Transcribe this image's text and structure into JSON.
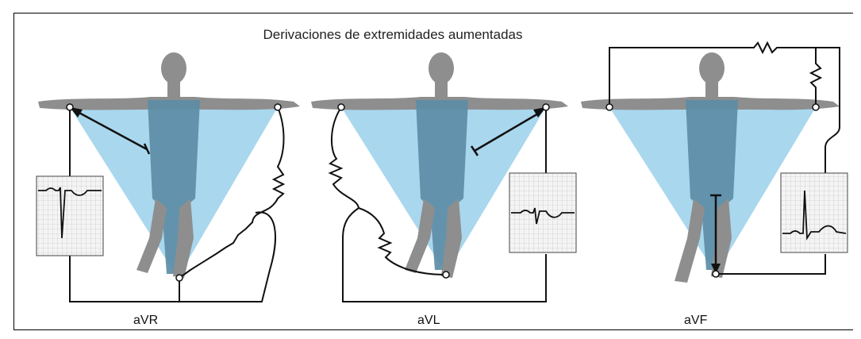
{
  "title": "Derivaciones de extremidades aumentadas",
  "leads": [
    {
      "label": "aVR"
    },
    {
      "label": "aVL"
    },
    {
      "label": "aVF"
    }
  ],
  "colors": {
    "triangle": "#a9d7ee",
    "skin": "#9a9a9a",
    "torso": "#5d8da6",
    "wire": "#111111",
    "grid": "#d8d8d8"
  }
}
